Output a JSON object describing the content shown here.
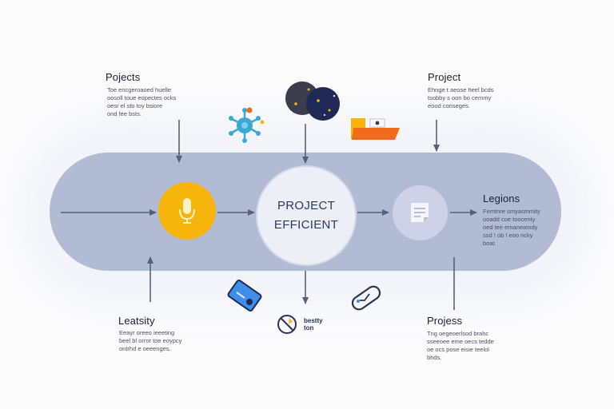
{
  "diagram": {
    "center_node": {
      "line1": "PROJECT",
      "line2": "EFFICIENT"
    },
    "top_left": {
      "title": "Pojects",
      "desc": [
        "Toe encgeroaoed huelle",
        "oosoll toue eopectes ocks",
        "oesr el sto toy bsiore",
        "ond fee bsts."
      ]
    },
    "top_right": {
      "title": "Project",
      "desc": [
        "Ehnge t aeose heel bcds",
        "tsobby s oon bo cemmy",
        "eood coriseges."
      ]
    },
    "right": {
      "title": "Legions",
      "desc": [
        "Femtnre smyasmmity",
        "ooadd coe toocenty",
        "oed tee emaneamdy",
        "ssd ! ob ! eoo ncky",
        "boat."
      ]
    },
    "bottom_left": {
      "title": "Leatsity",
      "desc": [
        "Eeayr oreeo ieeeting",
        "beel bl orror toe eoypcy",
        "ontrhd e oeeenges."
      ]
    },
    "bottom_right": {
      "title": "Projess",
      "desc": [
        "Tng oegeoerlsod brahc",
        "sseeoee eme oecs tedde",
        "oe ocs pose eisie teelol",
        "bhds."
      ]
    },
    "brand_badge": {
      "line1": "bestty",
      "line2": "ton"
    },
    "colors": {
      "band": "#b2bbd4",
      "center_circle": "#edeff6",
      "mic_circle": "#f7b50c",
      "doc_circle": "#cdd2e6",
      "arrow": "#586078",
      "folder_orange": "#f26b1d"
    },
    "icons": [
      "microphone-icon",
      "document-icon",
      "virus-icon",
      "planet-icon",
      "folder-icon",
      "card-icon",
      "link-icon",
      "brand-logo-icon"
    ]
  }
}
